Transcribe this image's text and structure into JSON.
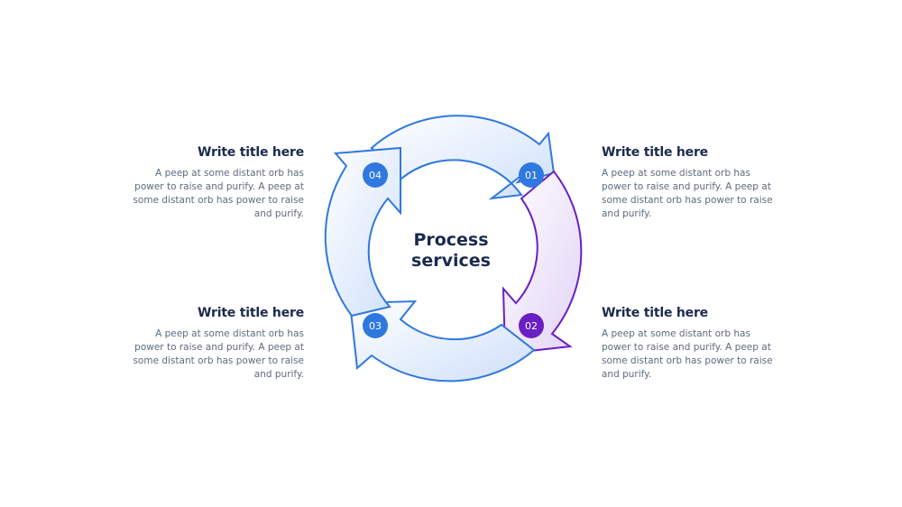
{
  "center": {
    "line1": "Process",
    "line2": "services"
  },
  "colors": {
    "blue": "#2f78e0",
    "purple": "#6a1fc4",
    "title": "#1b2a4e",
    "body": "#5d6b80"
  },
  "steps": [
    {
      "number": "01",
      "title": "Write title here",
      "text": "A peep at some distant orb has power to raise and purify. A peep at some distant orb has power to raise and purify."
    },
    {
      "number": "02",
      "title": "Write title here",
      "text": "A peep at some distant orb has power to raise and purify. A peep at some distant orb has power to raise and purify."
    },
    {
      "number": "03",
      "title": "Write title here",
      "text": "A peep at some distant orb has power to raise and purify. A peep at some distant orb has power to raise and purify."
    },
    {
      "number": "04",
      "title": "Write title here",
      "text": "A peep at some distant orb has power to raise and purify. A peep at some distant orb has power to raise and purify."
    }
  ]
}
